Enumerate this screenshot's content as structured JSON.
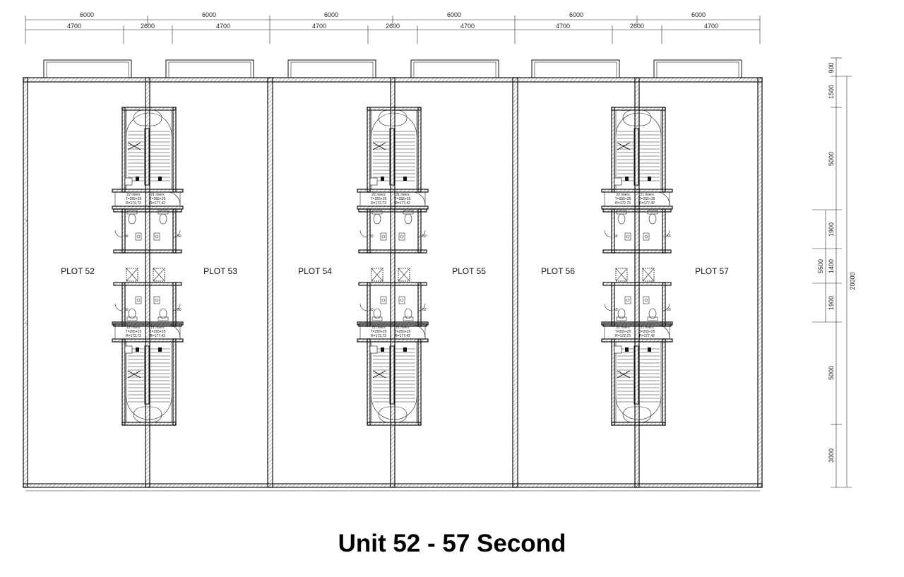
{
  "title": "Unit 52 - 57 Second",
  "plots": [
    {
      "label": "PLOT 52"
    },
    {
      "label": "PLOT 53"
    },
    {
      "label": "PLOT 54"
    },
    {
      "label": "PLOT 55"
    },
    {
      "label": "PLOT 56"
    },
    {
      "label": "PLOT 57"
    }
  ],
  "top_dimensions": {
    "overall": [
      "6000",
      "6000",
      "6000",
      "6000",
      "6000",
      "6000"
    ],
    "sub": [
      "4700",
      "2600",
      "4700",
      "4700",
      "2600",
      "4700",
      "4700",
      "2600",
      "4700"
    ]
  },
  "right_dimensions": {
    "segments": [
      "900",
      "1500",
      "5000",
      "1900",
      "1400",
      "1900",
      "5000",
      "3000"
    ],
    "middle_total": "5500",
    "overall": "20000"
  },
  "stair_notes": {
    "upper": [
      "22 risers",
      "T=255+25",
      "R=172,73",
      "21 risers",
      "T=255+25",
      "R=177,42"
    ],
    "lower": [
      "22 risers",
      "T=255+25",
      "R=172,73",
      "21 risers",
      "T=255+25",
      "R=177,42"
    ]
  },
  "door_mark": "50"
}
